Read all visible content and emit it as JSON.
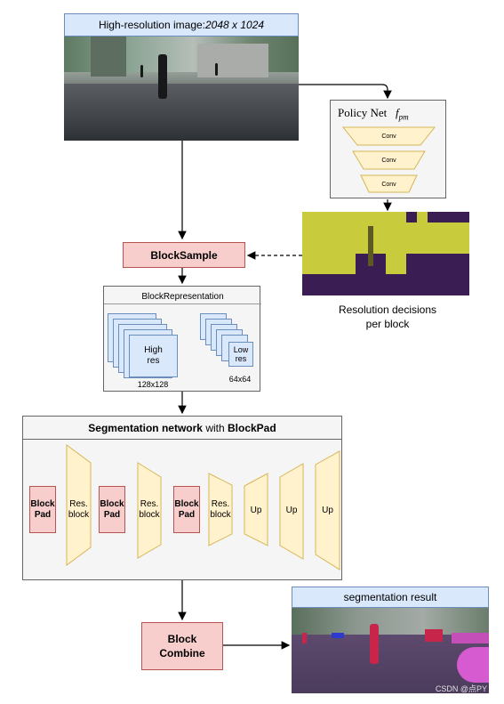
{
  "input_image": {
    "title_prefix": "High-resolution image: ",
    "title_dims": "2048 x 1024"
  },
  "policy_net": {
    "title": "Policy Net",
    "symbol": "f",
    "symbol_sub": "pm",
    "layers": [
      "Conv",
      "Conv",
      "Conv"
    ]
  },
  "resolution_decisions": {
    "caption_line1": "Resolution decisions",
    "caption_line2": "per block"
  },
  "block_sample": {
    "label": "BlockSample"
  },
  "block_representation": {
    "title": "BlockRepresentation",
    "high_label_line1": "High",
    "high_label_line2": "res",
    "high_size": "128x128",
    "low_label_line1": "Low",
    "low_label_line2": "res",
    "low_size": "64x64"
  },
  "segmentation_network": {
    "title_bold1": "Segmentation network",
    "title_mid": " with ",
    "title_bold2": "BlockPad",
    "blockpad_line1": "Block",
    "blockpad_line2": "Pad",
    "resblock_line1": "Res.",
    "resblock_line2": "block",
    "up_label": "Up"
  },
  "block_combine": {
    "line1": "Block",
    "line2": "Combine"
  },
  "segmentation_result": {
    "title": "segmentation result"
  },
  "watermark": "CSDN @点PY",
  "colors": {
    "blue_fill": "#dae8fc",
    "blue_stroke": "#6c8ebf",
    "red_fill": "#f8cecc",
    "red_stroke": "#b85450",
    "yellow_fill": "#fff2cc",
    "yellow_stroke": "#d6b656",
    "gray_fill": "#f5f5f5",
    "gray_stroke": "#666666"
  }
}
